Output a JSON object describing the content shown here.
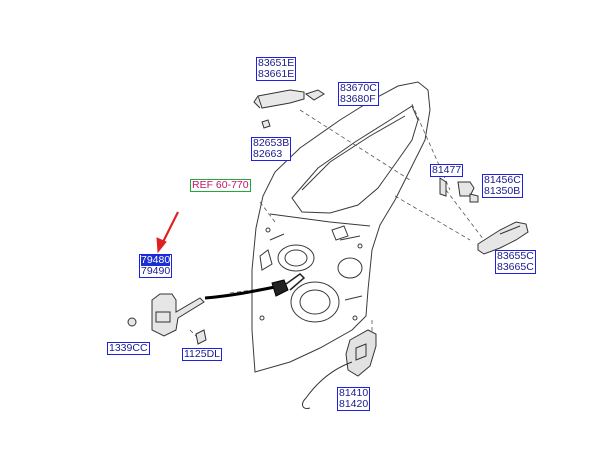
{
  "callouts": {
    "outside_handle": [
      "83651E",
      "83661E"
    ],
    "handle_cap": [
      "83670C",
      "83680F"
    ],
    "handle_base": [
      "82653B",
      "82663"
    ],
    "bolt_81477": [
      "81477"
    ],
    "striker": [
      "81456C",
      "81350B"
    ],
    "inside_handle": [
      "83655C",
      "83665C"
    ],
    "checker": [
      "79480",
      "79490"
    ],
    "bolt_1339": [
      "1339CC"
    ],
    "bolt_1125": [
      "1125DL"
    ],
    "latch": [
      "81410",
      "81420"
    ]
  },
  "reference": "REF 60-770",
  "colors": {
    "label_border": "#2020e0",
    "label_text": "#1a1a8c",
    "highlight": "#1a2fd6",
    "reference_text": "#c0156d",
    "reference_border": "#22a83a",
    "arrow": "#e02020"
  }
}
